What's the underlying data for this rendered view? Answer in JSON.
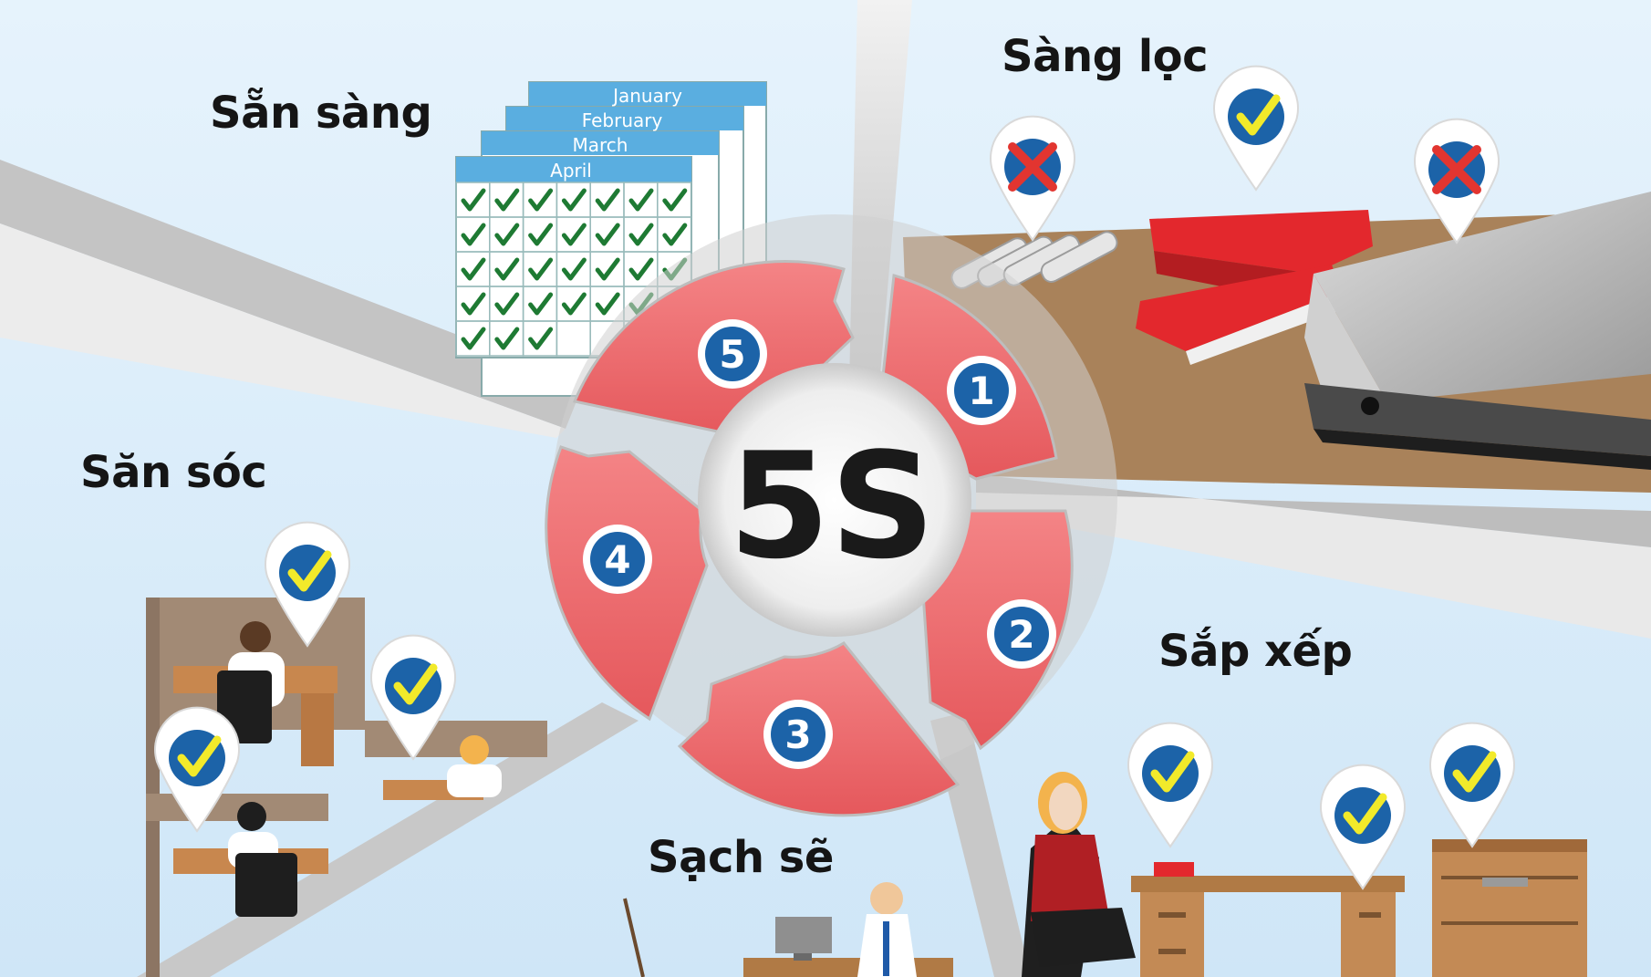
{
  "center_label": "5S",
  "colors": {
    "background": "#d6ecfa",
    "segment": "#ee6a6c",
    "badge": "#1c63a8",
    "check": "#f2ea2a",
    "cross": "#e23530",
    "calendar_header": "#5aaee0",
    "calendar_check": "#1e7a33",
    "desk_brown": "#a9825a",
    "stapler_red": "#e3282d"
  },
  "steps": [
    {
      "number": "1",
      "name": "Sàng lọc"
    },
    {
      "number": "2",
      "name": "Sắp xếp"
    },
    {
      "number": "3",
      "name": "Sạch sẽ"
    },
    {
      "number": "4",
      "name": "Săn sóc"
    },
    {
      "number": "5",
      "name": "Sẵn sàng"
    }
  ],
  "calendar": {
    "months": [
      "January",
      "February",
      "March",
      "April"
    ],
    "checked_cells": 31
  },
  "icons": {
    "approved": "check-pin-icon",
    "rejected": "cross-pin-icon"
  }
}
